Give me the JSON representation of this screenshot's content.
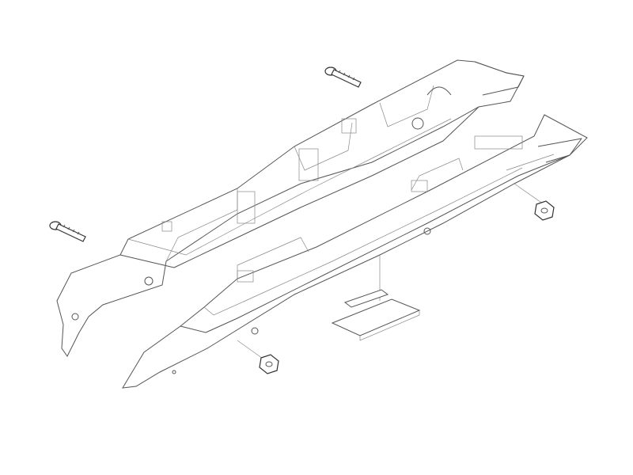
{
  "diagram": {
    "type": "exploded-assembly-line-drawing",
    "labels": [],
    "colors": {
      "background": "#ffffff",
      "line": "#555555"
    },
    "parts": [
      "upper-frame-rail",
      "lower-frame-rail",
      "screw",
      "screw",
      "hex-nut",
      "hex-nut",
      "base-plate"
    ]
  }
}
